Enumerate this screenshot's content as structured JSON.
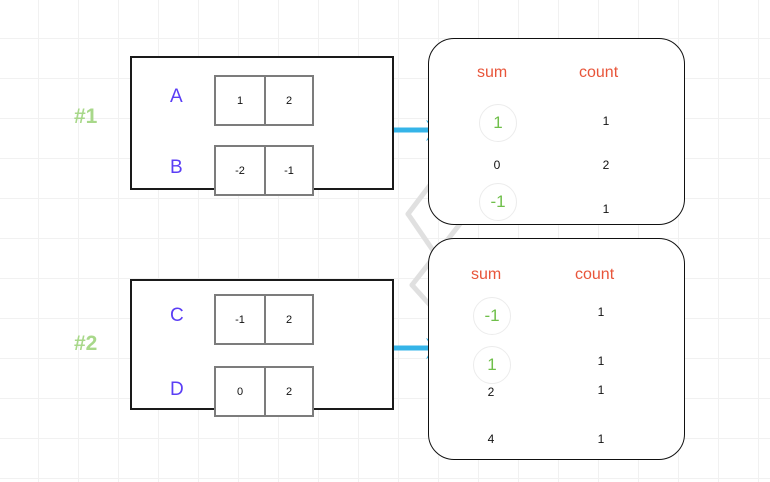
{
  "diagram": {
    "title": "shuffle-merge-of-sum-count-tables",
    "colors": {
      "grid": "#f1f1f1",
      "group_border": "#1a1a1a",
      "cell_border": "#7c7c7c",
      "row_label": "#5b3ef5",
      "step_tag": "#a8d88a",
      "column_header": "#e8553a",
      "highlight_value": "#6fbf4a",
      "arrow": "#35b4e8",
      "link_line": "#dcdcdc",
      "plain_value": "#111111"
    }
  },
  "groups": [
    {
      "tag": "#1",
      "rows": [
        {
          "label": "A",
          "cells": [
            "1",
            "2"
          ]
        },
        {
          "label": "B",
          "cells": [
            "-2",
            "-1"
          ]
        }
      ]
    },
    {
      "tag": "#2",
      "rows": [
        {
          "label": "C",
          "cells": [
            "-1",
            "2"
          ]
        },
        {
          "label": "D",
          "cells": [
            "0",
            "2"
          ]
        }
      ]
    }
  ],
  "result_tables": [
    {
      "headers": {
        "sum": "sum",
        "count": "count"
      },
      "rows": [
        {
          "sum": "1",
          "count": "1",
          "highlighted": true
        },
        {
          "sum": "0",
          "count": "2",
          "highlighted": false
        },
        {
          "sum": "-1",
          "count": "1",
          "highlighted": true
        }
      ]
    },
    {
      "headers": {
        "sum": "sum",
        "count": "count"
      },
      "rows": [
        {
          "sum": "-1",
          "count": "1",
          "highlighted": true
        },
        {
          "sum": "1",
          "count": "1",
          "highlighted": true
        },
        {
          "sum": "2",
          "count": "1",
          "highlighted": false
        },
        {
          "sum": "4",
          "count": "1",
          "highlighted": false
        }
      ]
    }
  ],
  "arrows": [
    {
      "name": "arrow-group1-to-table1"
    },
    {
      "name": "arrow-group2-to-table2"
    }
  ],
  "links": [
    {
      "name": "link-t1sum1-to-crossing"
    },
    {
      "name": "link-t1sumneg1-to-t2sum1"
    },
    {
      "name": "link-t2sumneg1-to-crossing"
    }
  ]
}
